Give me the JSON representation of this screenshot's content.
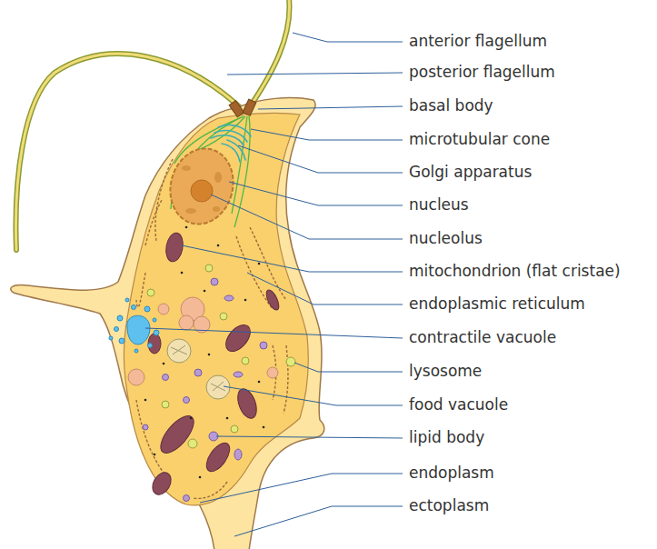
{
  "diagram": {
    "labels": [
      "anterior flagellum",
      "posterior flagellum",
      "basal body",
      "microtubular cone",
      "Golgi apparatus",
      "nucleus",
      "nucleolus",
      "mitochondrion (flat cristae)",
      "endoplasmic reticulum",
      "contractile vacuole",
      "lysosome",
      "food vacuole",
      "lipid body",
      "endoplasm",
      "ectoplasm"
    ]
  }
}
